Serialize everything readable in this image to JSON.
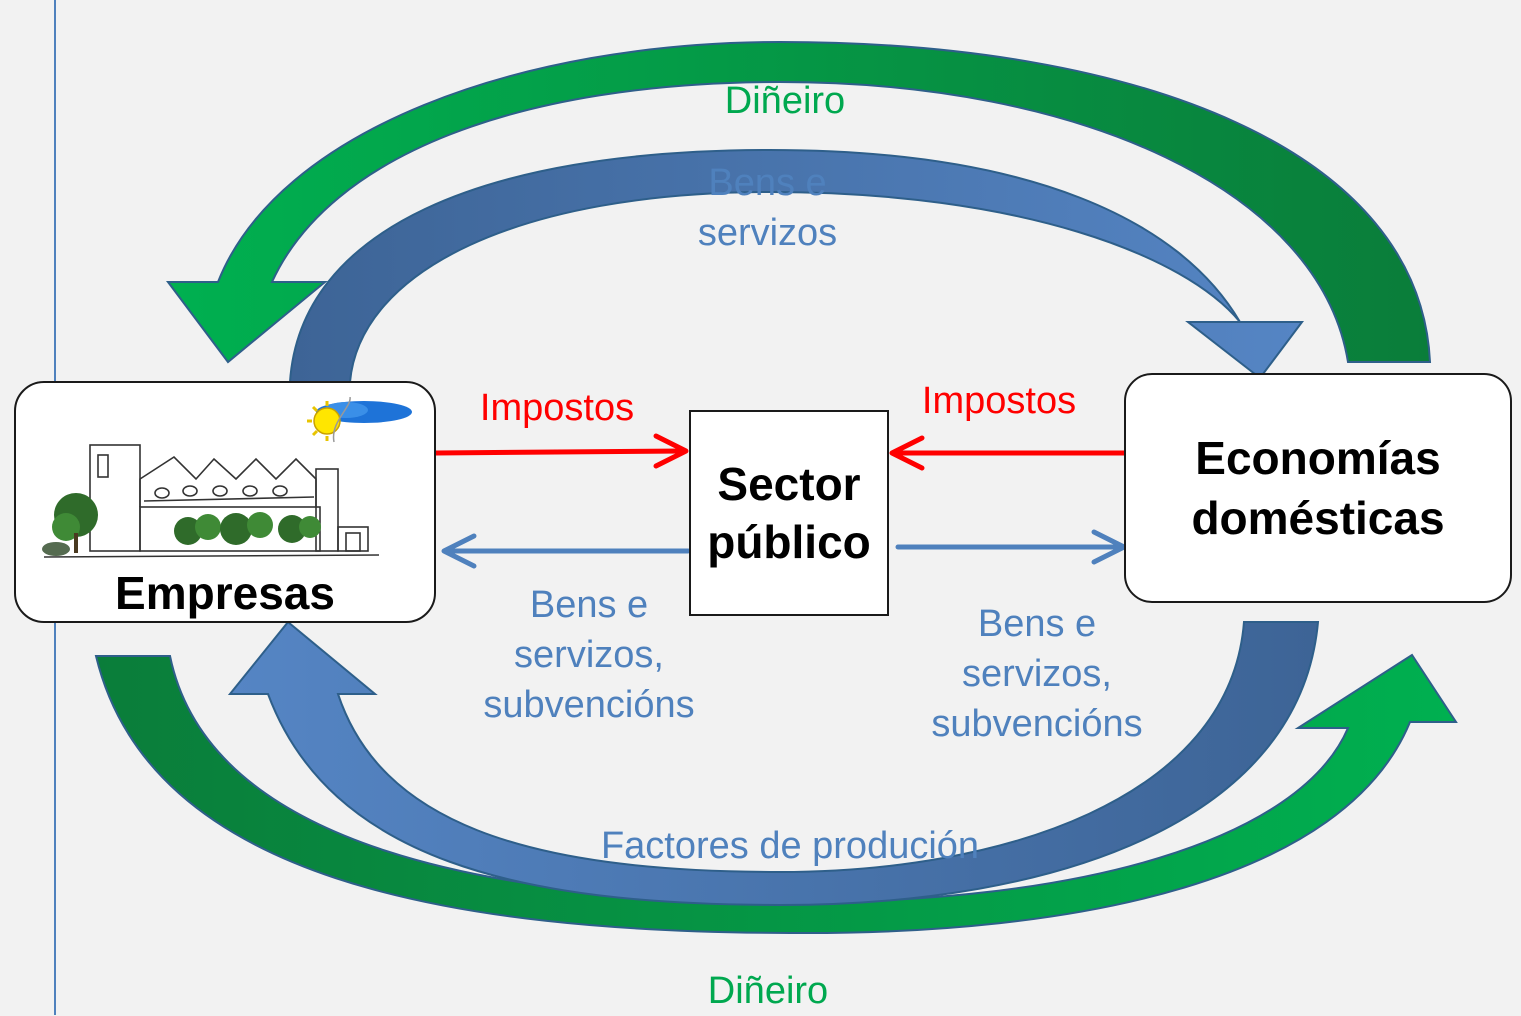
{
  "nodes": {
    "empresas": {
      "label": "Empresas"
    },
    "sector_publico": {
      "line1": "Sector",
      "line2": "público"
    },
    "economias": {
      "line1": "Economías",
      "line2": "domésticas"
    }
  },
  "flows": {
    "top_money": "Diñeiro",
    "top_goods": {
      "line1": "Bens e",
      "line2": "servizos"
    },
    "tax_left": "Impostos",
    "tax_right": "Impostos",
    "public_left": {
      "line1": "Bens e",
      "line2": "servizos,",
      "line3": "subvencións"
    },
    "public_right": {
      "line1": "Bens e",
      "line2": "servizos,",
      "line3": "subvencións"
    },
    "factors": "Factores de produción",
    "bottom_money": "Diñeiro"
  },
  "colors": {
    "money": "#00a84f",
    "money_dark": "#0b8a3c",
    "goods": "#4f81bd",
    "goods_dark": "#3a6595",
    "tax": "#ff0000",
    "background": "#f2f2f2"
  }
}
